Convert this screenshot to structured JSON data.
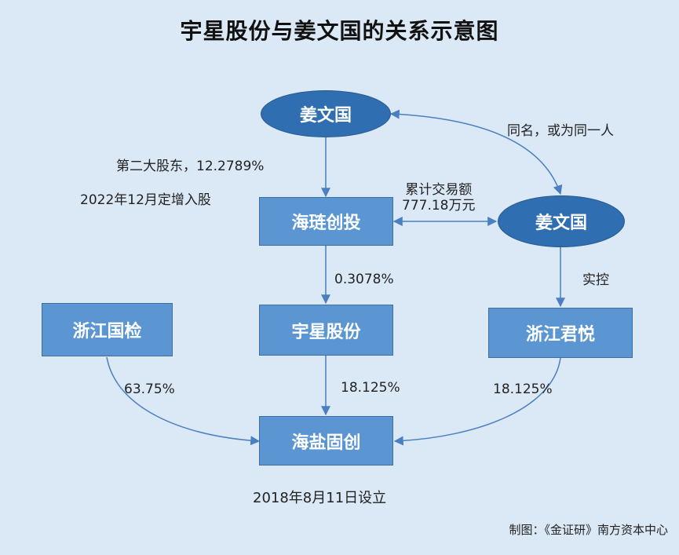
{
  "title": "宇星股份与姜文国的关系示意图",
  "nodes": {
    "jiang_top": "姜文国",
    "haitong": "海琏创投",
    "jiang_right": "姜文国",
    "zhejiang_guojian": "浙江国检",
    "yuxing": "宇星股份",
    "zhejiang_junyue": "浙江君悦",
    "haiyan": "海盐固创"
  },
  "labels": {
    "second_shareholder": "第二大股东，12.2789%",
    "private_placement": "2022年12月定增入股",
    "same_name": "同名，或为同一人",
    "cumulative_line1": "累计交易额",
    "cumulative_line2": "777.18万元",
    "pct_haitong_yuxing": "0.3078%",
    "actual_control": "实控",
    "pct_guojian": "63.75%",
    "pct_yuxing": "18.125%",
    "pct_junyue": "18.125%",
    "established": "2018年8月11日设立"
  },
  "credit": "制图：《金证研》南方资本中心",
  "colors": {
    "background": "#dbe8f5",
    "box_fill": "#5b96d3",
    "ellipse_fill": "#2f6eb0",
    "arrow": "#4a7fc1"
  }
}
